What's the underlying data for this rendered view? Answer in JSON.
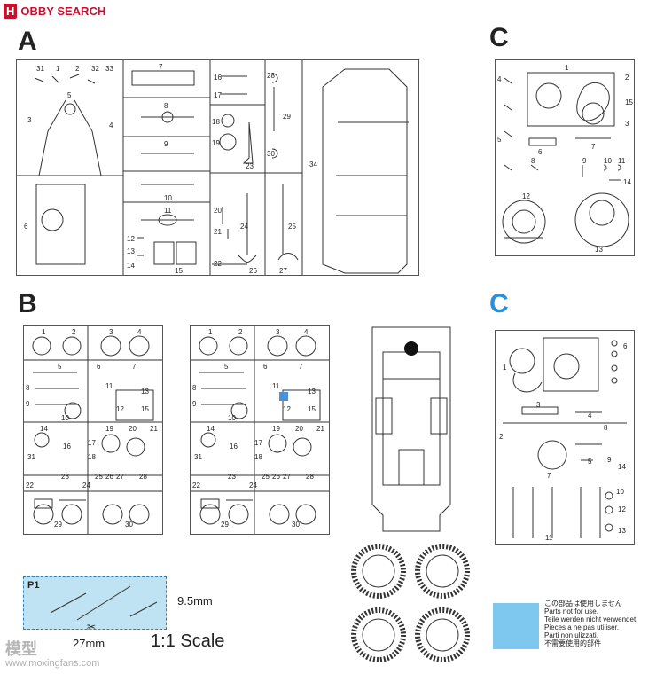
{
  "header": {
    "logo_mark": "H",
    "logo_text": "OBBY SEARCH"
  },
  "sections": {
    "a": "A",
    "b": "B",
    "c1": "C",
    "c2": "C"
  },
  "colors": {
    "accent_blue": "#7ec8ef",
    "c_label_blue": "#2b8fd9",
    "brand_red": "#c8102e",
    "highlight": "#4a90d9"
  },
  "sprue_a": {
    "labels": [
      "31",
      "1",
      "2",
      "32",
      "33",
      "7",
      "16",
      "17",
      "28",
      "29",
      "30",
      "5",
      "3",
      "4",
      "8",
      "9",
      "18",
      "19",
      "23",
      "6",
      "34",
      "10",
      "11",
      "20",
      "21",
      "24",
      "25",
      "12",
      "13",
      "14",
      "15",
      "22",
      "26",
      "27"
    ]
  },
  "sprue_b": {
    "labels": [
      "1",
      "2",
      "3",
      "4",
      "5",
      "6",
      "7",
      "8",
      "9",
      "10",
      "11",
      "12",
      "13",
      "14",
      "15",
      "16",
      "17",
      "18",
      "19",
      "20",
      "21",
      "22",
      "23",
      "24",
      "25",
      "26",
      "27",
      "28",
      "29",
      "30",
      "31"
    ]
  },
  "sprue_c1": {
    "labels": [
      "1",
      "2",
      "3",
      "4",
      "5",
      "6",
      "7",
      "8",
      "9",
      "10",
      "11",
      "12",
      "13",
      "14",
      "15"
    ]
  },
  "sprue_c2": {
    "labels": [
      "1",
      "2",
      "3",
      "4",
      "5",
      "6",
      "7",
      "8",
      "9",
      "10",
      "11",
      "12",
      "13",
      "14"
    ]
  },
  "clear_part": {
    "label": "P1",
    "height": "9.5mm",
    "width": "27mm",
    "scale": "1:1 Scale"
  },
  "legend": {
    "lines": [
      "この部品は使用しません",
      "Parts not for use.",
      "Teile werden nicht verwendet.",
      "Pieces a ne pas utiliser.",
      "Parti non ulizzati.",
      "不需要使用的部件"
    ]
  },
  "watermark": {
    "text": "模型",
    "url": "www.moxingfans.com"
  }
}
